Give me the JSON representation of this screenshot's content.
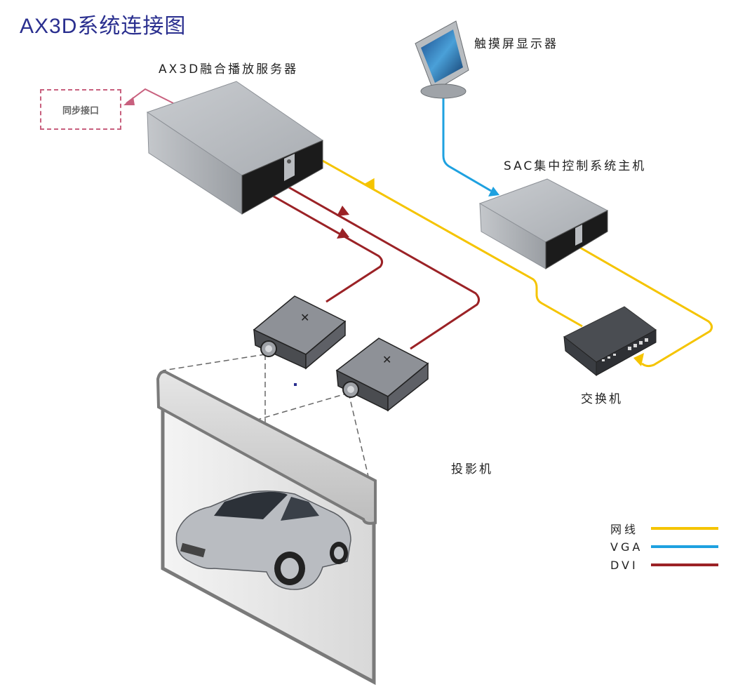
{
  "title": "AX3D系统连接图",
  "nodes": {
    "server": {
      "label": "AX3D融合播放服务器"
    },
    "sync": {
      "label": "同步接口"
    },
    "touchscreen": {
      "label": "触摸屏显示器"
    },
    "sac_host": {
      "label": "SAC集中控制系统主机"
    },
    "switch": {
      "label": "交换机"
    },
    "projectors": {
      "label": "投影机"
    }
  },
  "legend": [
    {
      "label": "网线",
      "color": "#f5c400"
    },
    {
      "label": "VGA",
      "color": "#1ea1e0"
    },
    {
      "label": "DVI",
      "color": "#9b2226"
    }
  ],
  "colors": {
    "network": "#f5c400",
    "vga": "#1ea1e0",
    "dvi": "#9b2226",
    "sync": "#c8607e",
    "title": "#2a2f8f"
  },
  "connections": [
    {
      "from": "switch",
      "to": "server",
      "type": "网线"
    },
    {
      "from": "sac_host",
      "to": "switch",
      "type": "网线"
    },
    {
      "from": "touchscreen",
      "to": "sac_host",
      "type": "VGA"
    },
    {
      "from": "server",
      "to": "projector-1",
      "type": "DVI"
    },
    {
      "from": "server",
      "to": "projector-2",
      "type": "DVI"
    },
    {
      "from": "server",
      "to": "sync",
      "type": "sync"
    }
  ]
}
